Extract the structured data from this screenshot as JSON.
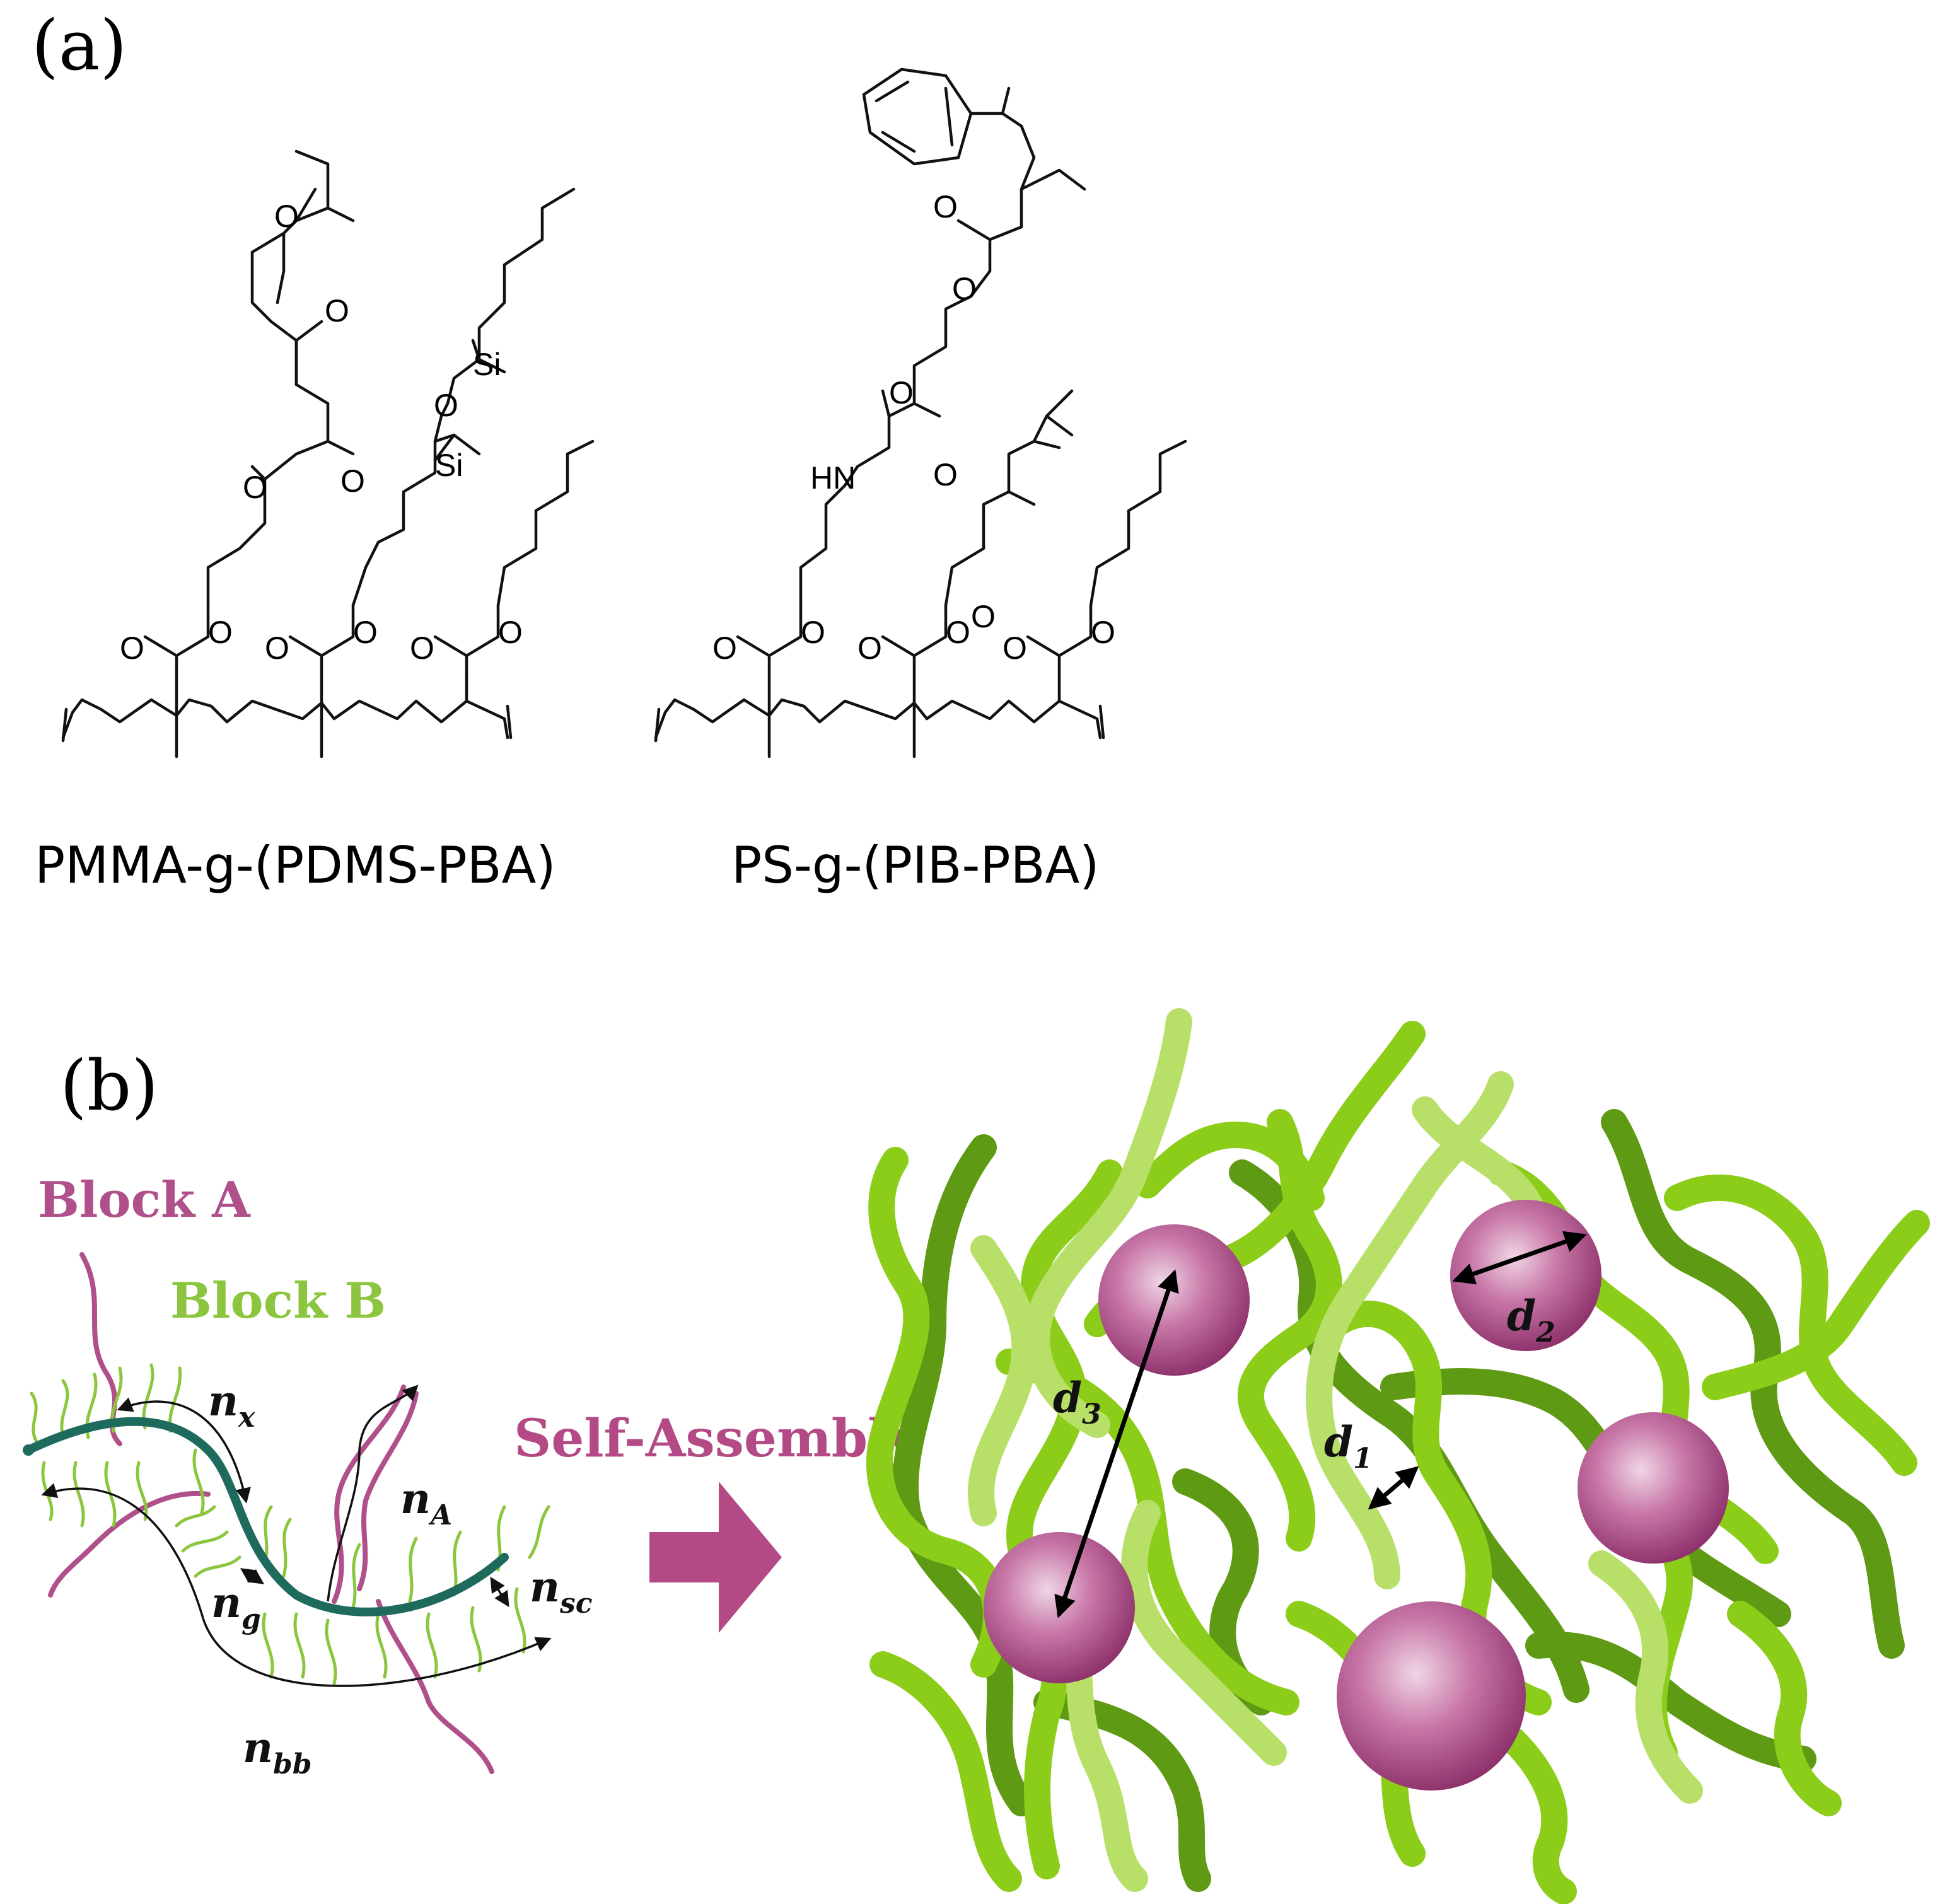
{
  "panel_a": {
    "label": "(a)",
    "structure_1": {
      "name": "PMMA-g-(PDMS-PBA)",
      "atoms": [
        "O",
        "O",
        "O",
        "O",
        "O",
        "O",
        "O",
        "O",
        "O",
        "O",
        "O",
        "Si",
        "Si"
      ]
    },
    "structure_2": {
      "name": "PS-g-(PIB-PBA)",
      "atoms": [
        "O",
        "O",
        "O",
        "O",
        "O",
        "HN",
        "O",
        "O",
        "O",
        "O",
        "O",
        "O"
      ]
    }
  },
  "panel_b": {
    "label": "(b)",
    "block_a": "Block A",
    "block_b": "Block B",
    "arrow_text": "Self-Assembly",
    "params": {
      "nx": {
        "base": "n",
        "sub": "x"
      },
      "nA": {
        "base": "n",
        "sub": "A"
      },
      "ng": {
        "base": "n",
        "sub": "g"
      },
      "nsc": {
        "base": "n",
        "sub": "sc"
      },
      "nbb": {
        "base": "n",
        "sub": "bb"
      },
      "d1": {
        "base": "d",
        "sub": "1"
      },
      "d2": {
        "base": "d",
        "sub": "2"
      },
      "d3": {
        "base": "d",
        "sub": "3"
      }
    }
  },
  "colors": {
    "block_a": "#b0508a",
    "block_b": "#8cc63f",
    "backbone": "#1e6b5e",
    "arrow": "#b34a86",
    "chain_light": "#b8e068",
    "chain_mid": "#8ccd1a",
    "chain_dark": "#5f9a14"
  }
}
